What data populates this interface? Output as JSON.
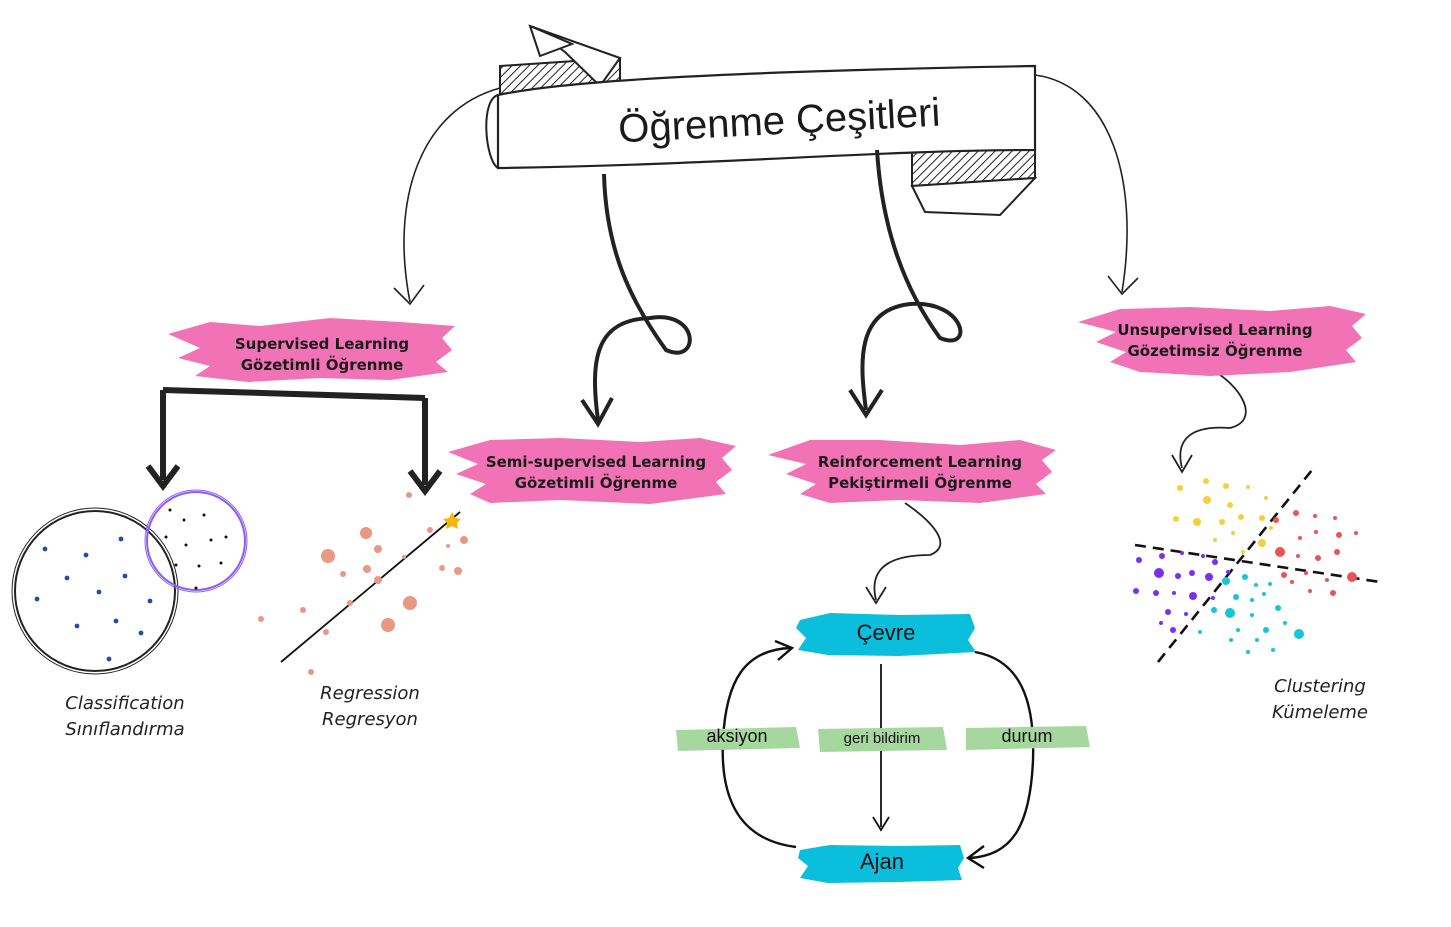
{
  "title": "Öğrenme Çeşitleri",
  "colors": {
    "highlight_pink": "#f272b6",
    "highlight_cyan": "#0bbfdc",
    "label_green": "#a6d79f",
    "purple": "#8b5cf6",
    "navy_dot": "#1d4fa3",
    "salmon": "#e99884",
    "star": "#f5b70a"
  },
  "branches": {
    "supervised": {
      "en": "Supervised Learning",
      "tr": "Gözetimli Öğrenme"
    },
    "semi": {
      "en": "Semi-supervised Learning",
      "tr": "Gözetimli Öğrenme"
    },
    "reinforcement": {
      "en": "Reinforcement Learning",
      "tr": "Pekiştirmeli Öğrenme"
    },
    "unsupervised": {
      "en": "Unsupervised Learning",
      "tr": "Gözetimsiz Öğrenme"
    }
  },
  "subtypes": {
    "classification": {
      "en": "Classification",
      "tr": "Sınıflandırma"
    },
    "regression": {
      "en": "Regression",
      "tr": "Regresyon"
    },
    "clustering": {
      "en": "Clustering",
      "tr": "Kümeleme"
    }
  },
  "rl_cycle": {
    "environment": "Çevre",
    "agent": "Ajan",
    "action": "aksiyon",
    "feedback": "geri bildirim",
    "state": "durum"
  }
}
